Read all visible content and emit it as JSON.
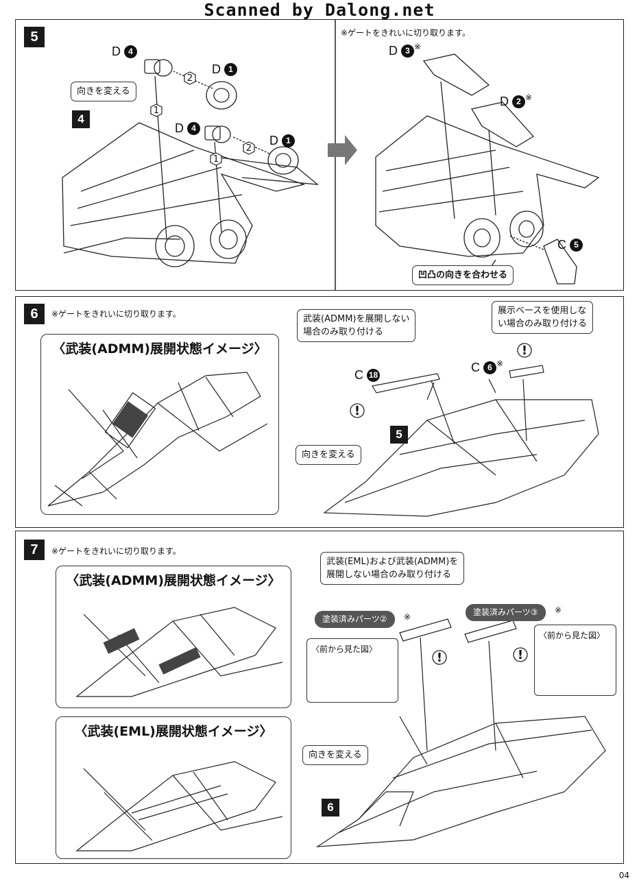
{
  "watermark": "Scanned by Dalong.net",
  "step5": {
    "number": "5",
    "note": "※ゲートをきれいに切り取ります。",
    "left": {
      "sub_step": "4",
      "callout_turn": "向きを変える",
      "parts": [
        {
          "letter": "D",
          "num": "4"
        },
        {
          "letter": "D",
          "num": "1"
        },
        {
          "letter": "D",
          "num": "4"
        },
        {
          "letter": "D",
          "num": "1"
        }
      ],
      "order": [
        "1",
        "2",
        "1",
        "2"
      ]
    },
    "right": {
      "parts": [
        {
          "letter": "D",
          "num": "3",
          "mark": "※"
        },
        {
          "letter": "D",
          "num": "2",
          "mark": "※"
        },
        {
          "letter": "C",
          "num": "5",
          "mark": ""
        }
      ],
      "callout_align": "凹凸の向きを合わせる"
    }
  },
  "step6": {
    "number": "6",
    "note": "※ゲートをきれいに切り取ります。",
    "image_title": "〈武装(ADMM)展開状態イメージ〉",
    "callout_admm": [
      "武装(ADMM)を展開しない",
      "場合のみ取り付ける"
    ],
    "callout_base": [
      "展示ベースを使用しな",
      "い場合のみ取り付ける"
    ],
    "callout_turn": "向きを変える",
    "sub_step": "5",
    "parts": [
      {
        "letter": "C",
        "num": "18",
        "mark": ""
      },
      {
        "letter": "C",
        "num": "6",
        "mark": "※"
      }
    ]
  },
  "step7": {
    "number": "7",
    "note": "※ゲートをきれいに切り取ります。",
    "image_title_admm": "〈武装(ADMM)展開状態イメージ〉",
    "image_title_eml": "〈武装(EML)展開状態イメージ〉",
    "callout_top": [
      "武装(EML)および武装(ADMM)を",
      "展開しない場合のみ取り付ける"
    ],
    "painted_2": "塗装済みパーツ②",
    "painted_3": "塗装済みパーツ③",
    "mark": "※",
    "front_view": "〈前から見た図〉",
    "callout_turn": "向きを変える",
    "sub_step": "6"
  },
  "page_number": "04",
  "colors": {
    "ink": "#111111",
    "panel_border": "#222222",
    "arrow_gray": "#777777"
  }
}
